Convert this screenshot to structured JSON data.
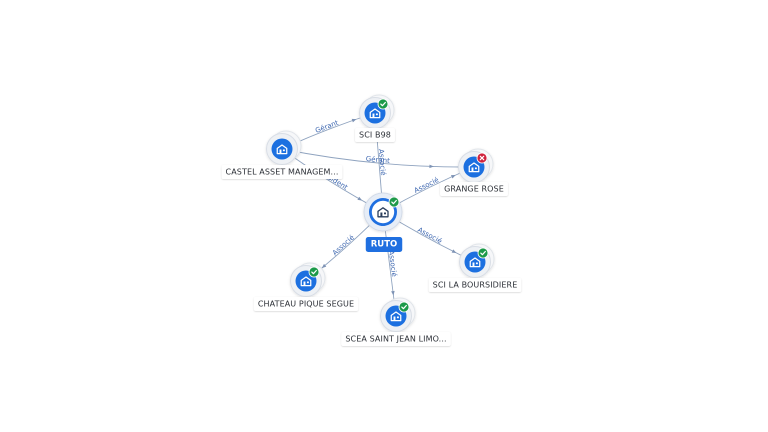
{
  "center": {
    "id": "ruto",
    "label": "RUTO",
    "status": "ok"
  },
  "nodes": [
    {
      "id": "sci-b98",
      "label": "SCI B98",
      "status": "ok",
      "stacked": true
    },
    {
      "id": "castel",
      "label": "CASTEL ASSET MANAGEM...",
      "status": "none",
      "stacked": true
    },
    {
      "id": "grange-rose",
      "label": "GRANGE ROSE",
      "status": "error",
      "stacked": true
    },
    {
      "id": "sci-la-boursidiere",
      "label": "SCI LA BOURSIDIERE",
      "status": "ok",
      "stacked": true
    },
    {
      "id": "scea-saint-jean",
      "label": "SCEA SAINT JEAN LIMO...",
      "status": "ok",
      "stacked": true
    },
    {
      "id": "chateau-pique-segue",
      "label": "CHATEAU PIQUE SEGUE",
      "status": "ok",
      "stacked": true
    }
  ],
  "edges": [
    {
      "id": "e-castel-scib98",
      "from": "castel",
      "to": "sci-b98",
      "label": "Gérant"
    },
    {
      "id": "e-castel-grange",
      "from": "castel",
      "to": "grange-rose",
      "label": "Gérant"
    },
    {
      "id": "e-castel-ruto",
      "from": "castel",
      "to": "ruto",
      "label": "Président"
    },
    {
      "id": "e-ruto-scib98",
      "from": "ruto",
      "to": "sci-b98",
      "label": "Associé"
    },
    {
      "id": "e-ruto-grange",
      "from": "ruto",
      "to": "grange-rose",
      "label": "Associé"
    },
    {
      "id": "e-ruto-boursidiere",
      "from": "ruto",
      "to": "sci-la-boursidiere",
      "label": "Associé"
    },
    {
      "id": "e-ruto-scea",
      "from": "ruto",
      "to": "scea-saint-jean",
      "label": "Associé"
    },
    {
      "id": "e-ruto-chateau",
      "from": "ruto",
      "to": "chateau-pique-segue",
      "label": "Associé"
    }
  ],
  "colors": {
    "node": "#1f6fe0",
    "ok": "#1f9a4a",
    "error": "#d0213c",
    "edge": "#8fa3bf",
    "edge_label": "#3c66b0"
  },
  "icons": {
    "company": "building-icon",
    "ok": "check-badge-icon",
    "error": "cross-badge-icon"
  }
}
